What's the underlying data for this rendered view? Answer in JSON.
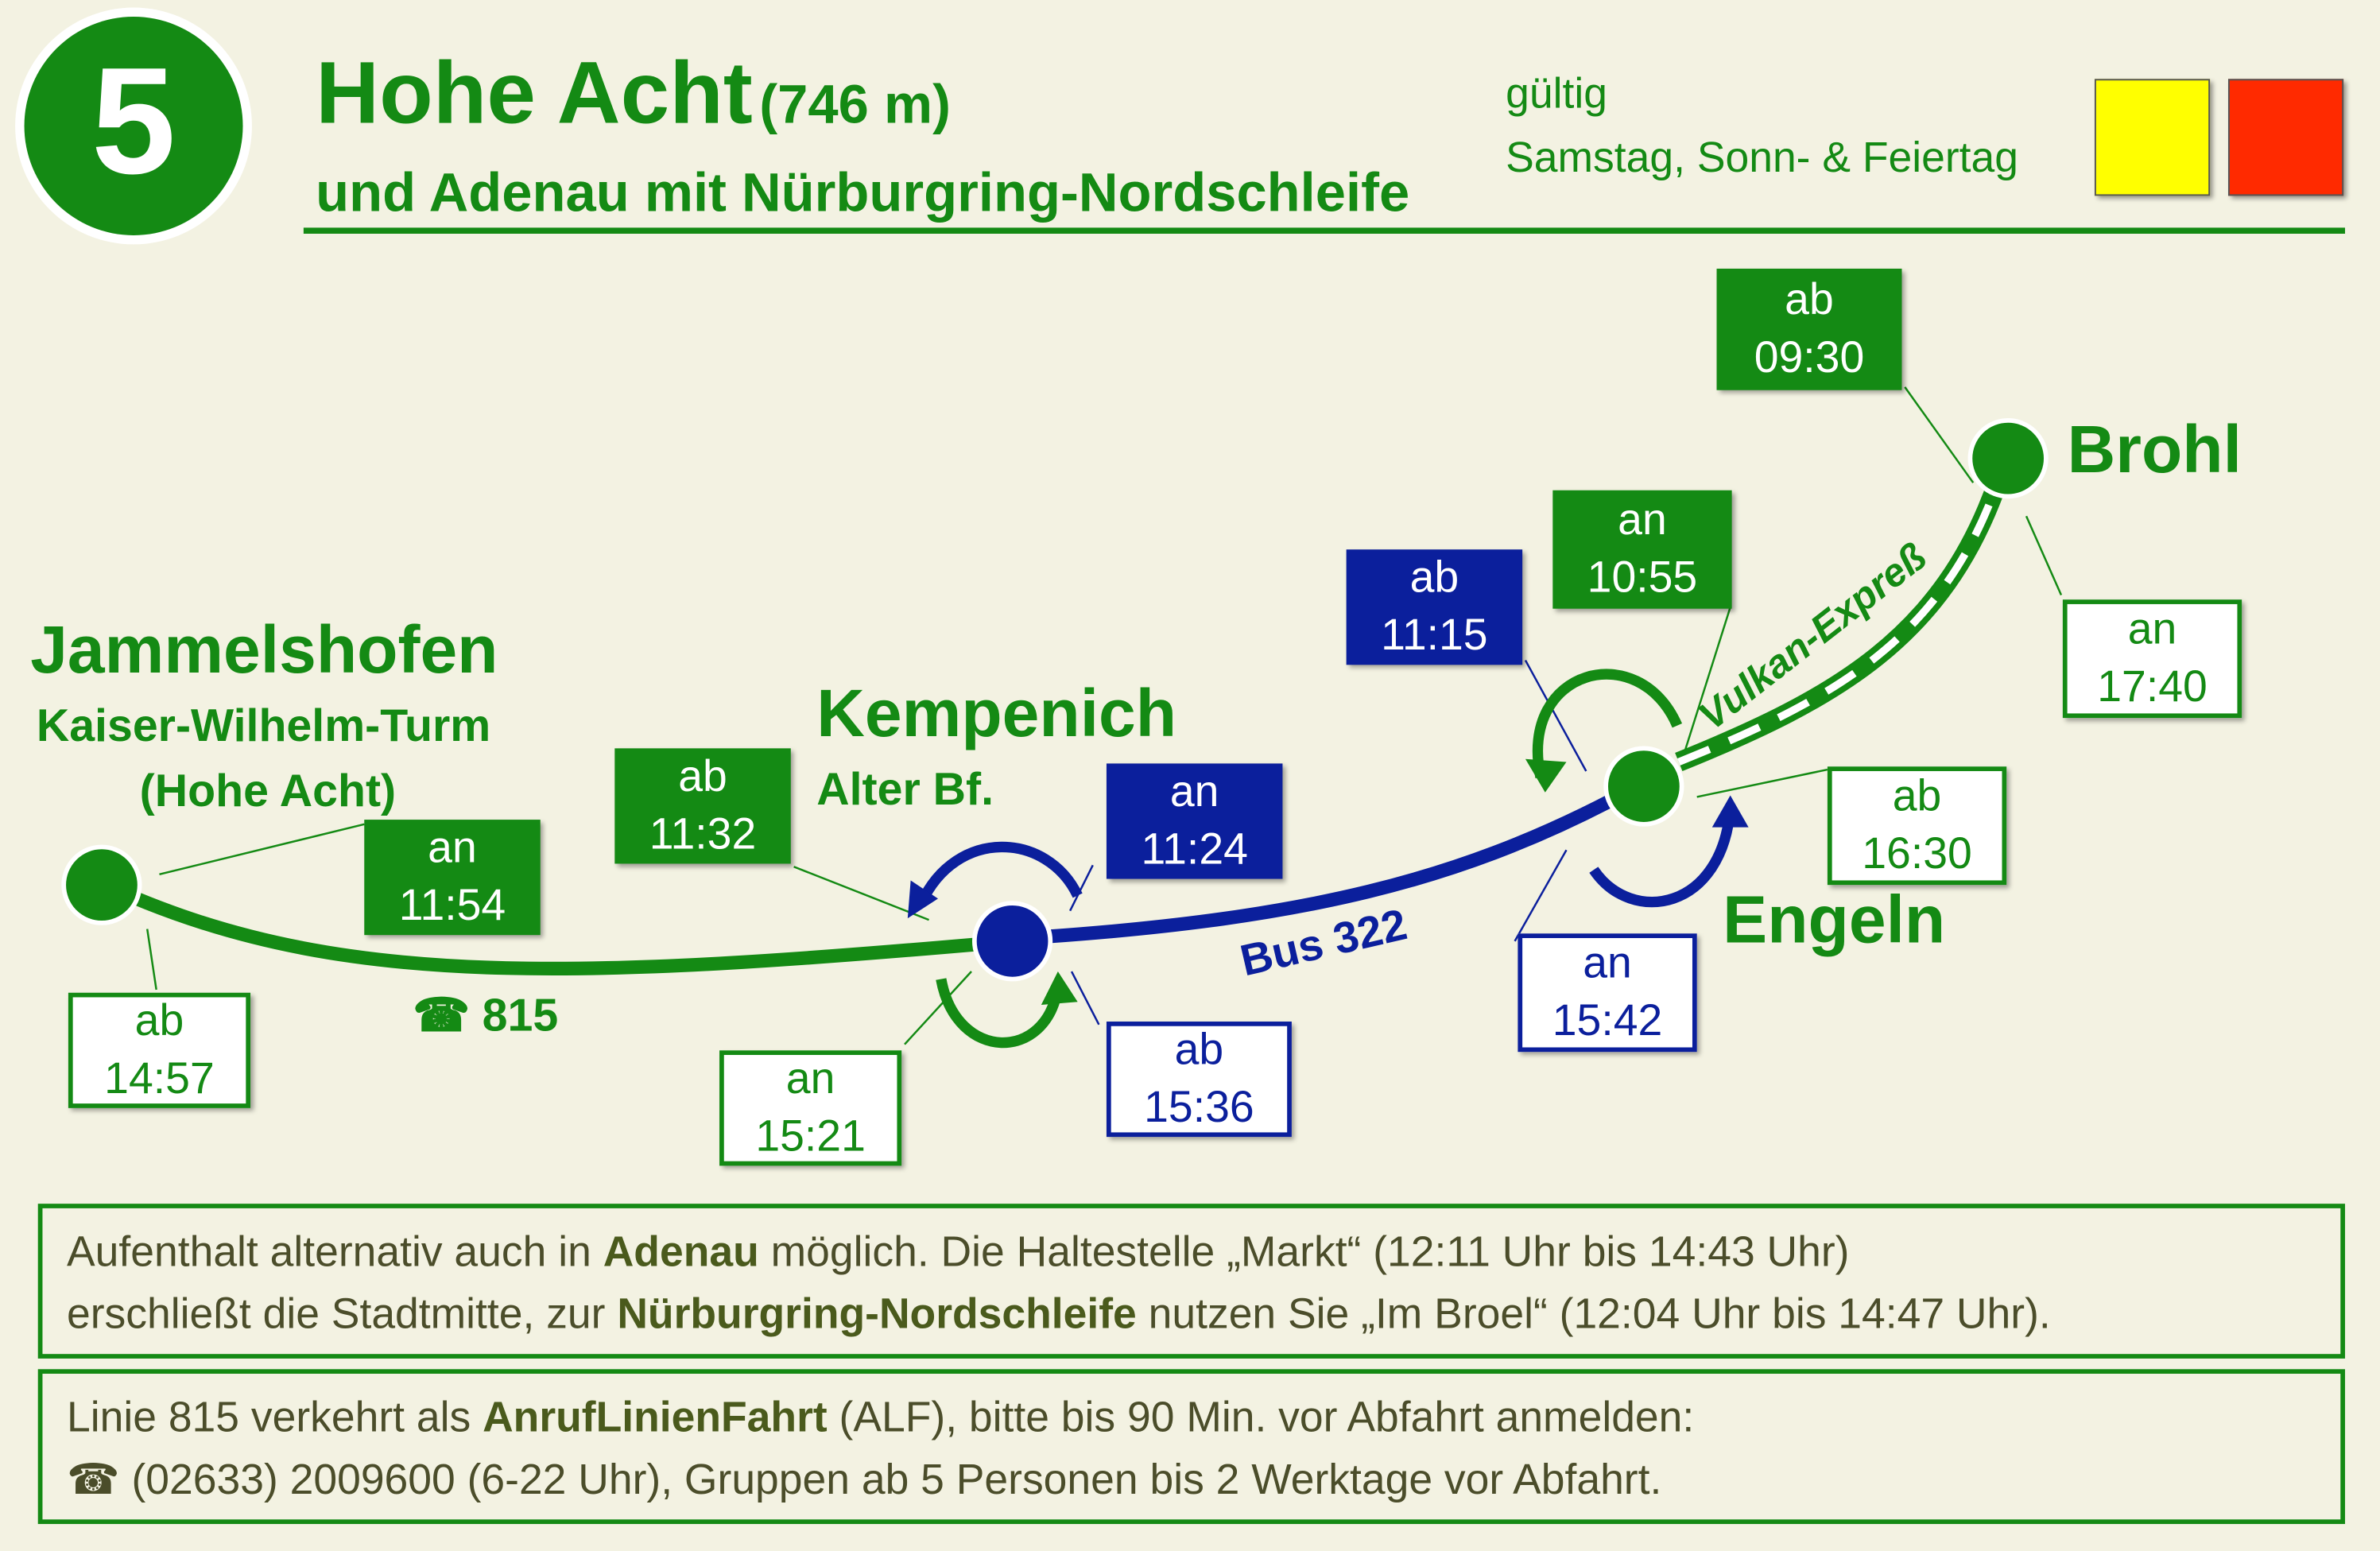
{
  "header": {
    "line_number": "5",
    "title": "Hohe Acht",
    "elevation": "(746 m)",
    "subtitle": "und Adenau mit Nürburgring-Nordschleife",
    "valid_label": "gültig",
    "valid_days": "Samstag, Sonn- & Feiertag"
  },
  "colors": {
    "green": "#148a14",
    "blue": "#0b1f9c",
    "yellow": "#ffff00",
    "red": "#ff2a00",
    "background": "#f3f2e2"
  },
  "stations": {
    "jammelshofen": {
      "name": "Jammelshofen",
      "sub1": "Kaiser-Wilhelm-Turm",
      "sub2": "(Hohe Acht)"
    },
    "kempenich": {
      "name": "Kempenich",
      "sub": "Alter Bf."
    },
    "engeln": {
      "name": "Engeln"
    },
    "brohl": {
      "name": "Brohl"
    }
  },
  "routes": {
    "line815": "815",
    "phone_icon": "☎",
    "bus": "Bus 322",
    "vulkan": "Vulkan-Expreß"
  },
  "times": [
    {
      "id": "brohl-ab",
      "kind": "ab",
      "time": "09:30"
    },
    {
      "id": "engeln-an",
      "kind": "an",
      "time": "10:55"
    },
    {
      "id": "engeln-ab",
      "kind": "ab",
      "time": "11:15"
    },
    {
      "id": "kempenich-an",
      "kind": "an",
      "time": "11:24"
    },
    {
      "id": "kempenich-ab",
      "kind": "ab",
      "time": "11:32"
    },
    {
      "id": "jammelshofen-an",
      "kind": "an",
      "time": "11:54"
    },
    {
      "id": "jammelshofen-ab",
      "kind": "ab",
      "time": "14:57"
    },
    {
      "id": "kempenich-an2",
      "kind": "an",
      "time": "15:21"
    },
    {
      "id": "kempenich-ab2",
      "kind": "ab",
      "time": "15:36"
    },
    {
      "id": "engeln-an2",
      "kind": "an",
      "time": "15:42"
    },
    {
      "id": "engeln-ab2",
      "kind": "ab",
      "time": "16:30"
    },
    {
      "id": "brohl-an",
      "kind": "an",
      "time": "17:40"
    }
  ],
  "notes": {
    "n1": {
      "a": "Aufenthalt alternativ auch in ",
      "b": "Adenau",
      "c": " möglich. Die Haltestelle „Markt“ (12:11 Uhr bis 14:43 Uhr)",
      "d": "erschließt die Stadtmitte, zur ",
      "e": "Nürburgring-Nordschleife",
      "f": " nutzen Sie „Im Broel“ (12:04 Uhr bis 14:47 Uhr)."
    },
    "n2": {
      "a": "Linie 815 verkehrt als ",
      "b": "AnrufLinienFahrt",
      "c": " (ALF), bitte bis 90 Min. vor Abfahrt anmelden:",
      "phone": "☎",
      "d": " (02633) 2009600 (6-22 Uhr), Gruppen ab 5 Personen bis 2 Werktage vor Abfahrt."
    }
  }
}
